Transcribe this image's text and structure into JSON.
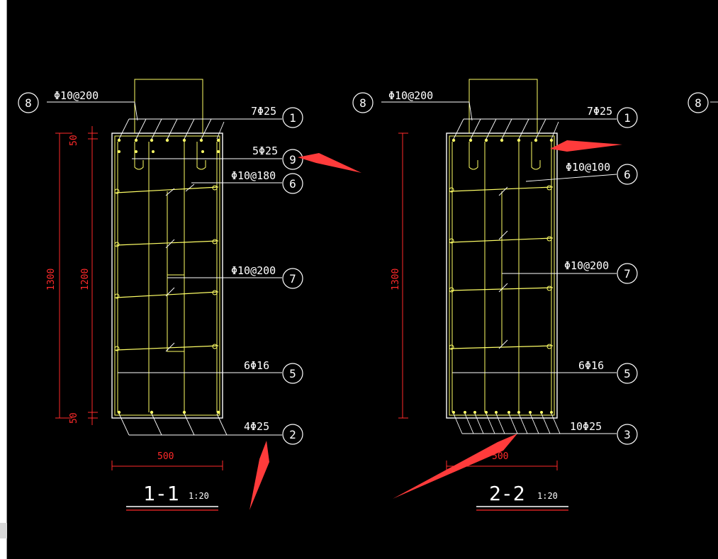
{
  "colors": {
    "background": "#000000",
    "section": "#ffffff",
    "rebar": "#ffff66",
    "dimension": "#ff2a2a",
    "arrow": "#ff3b3b"
  },
  "section_1": {
    "title": "1-1",
    "scale": "1:20",
    "labels": {
      "stirrup_top": "Φ10@200",
      "bar_top": "7Φ25",
      "bar_9": "5Φ25",
      "stirrup_6": "Φ10@180",
      "stirrup_7": "Φ10@200",
      "bar_side": "6Φ16",
      "bar_bottom": "4Φ25"
    },
    "tags": {
      "t8": "8",
      "t1": "1",
      "t9": "9",
      "t6": "6",
      "t7": "7",
      "t5": "5",
      "t2": "2"
    },
    "dims": {
      "top": "50",
      "total": "1300",
      "mid": "1200",
      "bottom": "50",
      "width": "500"
    }
  },
  "section_2": {
    "title": "2-2",
    "scale": "1:20",
    "labels": {
      "stirrup_top": "Φ10@200",
      "bar_top": "7Φ25",
      "stirrup_6": "Φ10@100",
      "stirrup_7": "Φ10@200",
      "bar_side": "6Φ16",
      "bar_bottom": "10Φ25"
    },
    "tags": {
      "t8": "8",
      "t1": "1",
      "t6": "6",
      "t7": "7",
      "t5": "5",
      "t3": "3"
    },
    "dims": {
      "total": "1300",
      "width": "500"
    }
  },
  "partial": {
    "tag": "8"
  }
}
